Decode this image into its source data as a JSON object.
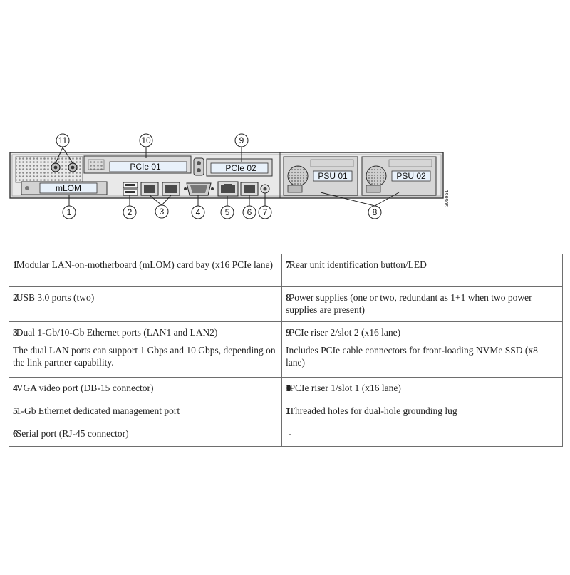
{
  "diagram": {
    "slot_labels": {
      "mlom": "mLOM",
      "pcie01": "PCIe 01",
      "pcie02": "PCIe 02",
      "psu01": "PSU 01",
      "psu02": "PSU 02"
    },
    "callouts": [
      "1",
      "2",
      "3",
      "4",
      "5",
      "6",
      "7",
      "8",
      "9",
      "10",
      "11"
    ],
    "figure_id": "305951"
  },
  "table": {
    "rows": [
      {
        "left": {
          "num": "1",
          "lines": [
            "Modular LAN-on-motherboard (mLOM) card bay (x16 PCIe lane)"
          ]
        },
        "right": {
          "num": "7",
          "lines": [
            "Rear unit identification button/LED"
          ]
        }
      },
      {
        "left": {
          "num": "2",
          "lines": [
            "USB 3.0 ports (two)"
          ]
        },
        "right": {
          "num": "8",
          "lines": [
            "Power supplies (one or two, redundant as 1+1 when two power supplies are present)"
          ]
        }
      },
      {
        "left": {
          "num": "3",
          "lines": [
            "Dual 1-Gb/10-Gb Ethernet ports (LAN1 and LAN2)",
            "The dual LAN ports can support 1 Gbps and 10 Gbps, depending on the link partner capability."
          ]
        },
        "right": {
          "num": "9",
          "lines": [
            "PCIe riser 2/slot 2 (x16 lane)",
            "Includes PCIe cable connectors for front-loading NVMe SSD (x8 lane)"
          ]
        }
      },
      {
        "left": {
          "num": "4",
          "lines": [
            "VGA video port (DB-15 connector)"
          ]
        },
        "right": {
          "num": "10",
          "lines": [
            "PCIe riser 1/slot 1 (x16 lane)"
          ]
        }
      },
      {
        "left": {
          "num": "5",
          "lines": [
            "1-Gb Ethernet dedicated management port"
          ]
        },
        "right": {
          "num": "11",
          "lines": [
            "Threaded holes for dual-hole grounding lug"
          ]
        }
      },
      {
        "left": {
          "num": "6",
          "lines": [
            "Serial port (RJ-45 connector)"
          ]
        },
        "right": {
          "num": "",
          "lines": [
            "-"
          ]
        }
      }
    ]
  }
}
